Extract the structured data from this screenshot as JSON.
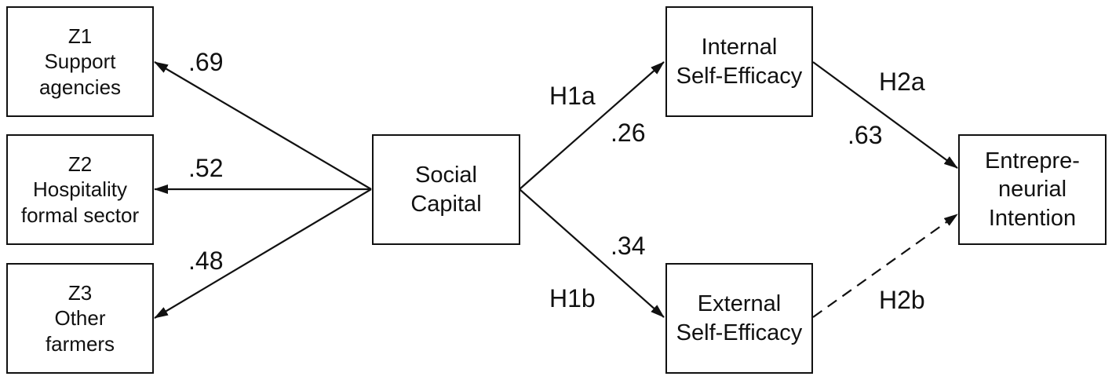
{
  "nodes": {
    "z1": {
      "lines": [
        "Z1",
        "Support",
        "agencies"
      ]
    },
    "z2": {
      "lines": [
        "Z2",
        "Hospitality",
        "formal sector"
      ]
    },
    "z3": {
      "lines": [
        "Z3",
        "Other",
        "farmers"
      ]
    },
    "social_capital": {
      "lines": [
        "Social",
        "Capital"
      ]
    },
    "internal_self_efficacy": {
      "lines": [
        "Internal",
        "Self-Efficacy"
      ]
    },
    "external_self_efficacy": {
      "lines": [
        "External",
        "Self-Efficacy"
      ]
    },
    "entrepreneurial_intention": {
      "lines": [
        "Entrepre-",
        "neurial",
        "Intention"
      ]
    }
  },
  "edges": [
    {
      "id": "social-to-z1",
      "from": "social_capital",
      "to": "z1",
      "coefficient": ".69",
      "style": "solid"
    },
    {
      "id": "social-to-z2",
      "from": "social_capital",
      "to": "z2",
      "coefficient": ".52",
      "style": "solid"
    },
    {
      "id": "social-to-z3",
      "from": "social_capital",
      "to": "z3",
      "coefficient": ".48",
      "style": "solid"
    },
    {
      "id": "social-to-internal",
      "from": "social_capital",
      "to": "internal_self_efficacy",
      "hypothesis": "H1a",
      "coefficient": ".26",
      "style": "solid"
    },
    {
      "id": "social-to-external",
      "from": "social_capital",
      "to": "external_self_efficacy",
      "hypothesis": "H1b",
      "coefficient": ".34",
      "style": "solid"
    },
    {
      "id": "internal-to-intention",
      "from": "internal_self_efficacy",
      "to": "entrepreneurial_intention",
      "hypothesis": "H2a",
      "coefficient": ".63",
      "style": "solid"
    },
    {
      "id": "external-to-intention",
      "from": "external_self_efficacy",
      "to": "entrepreneurial_intention",
      "hypothesis": "H2b",
      "style": "dashed"
    }
  ]
}
